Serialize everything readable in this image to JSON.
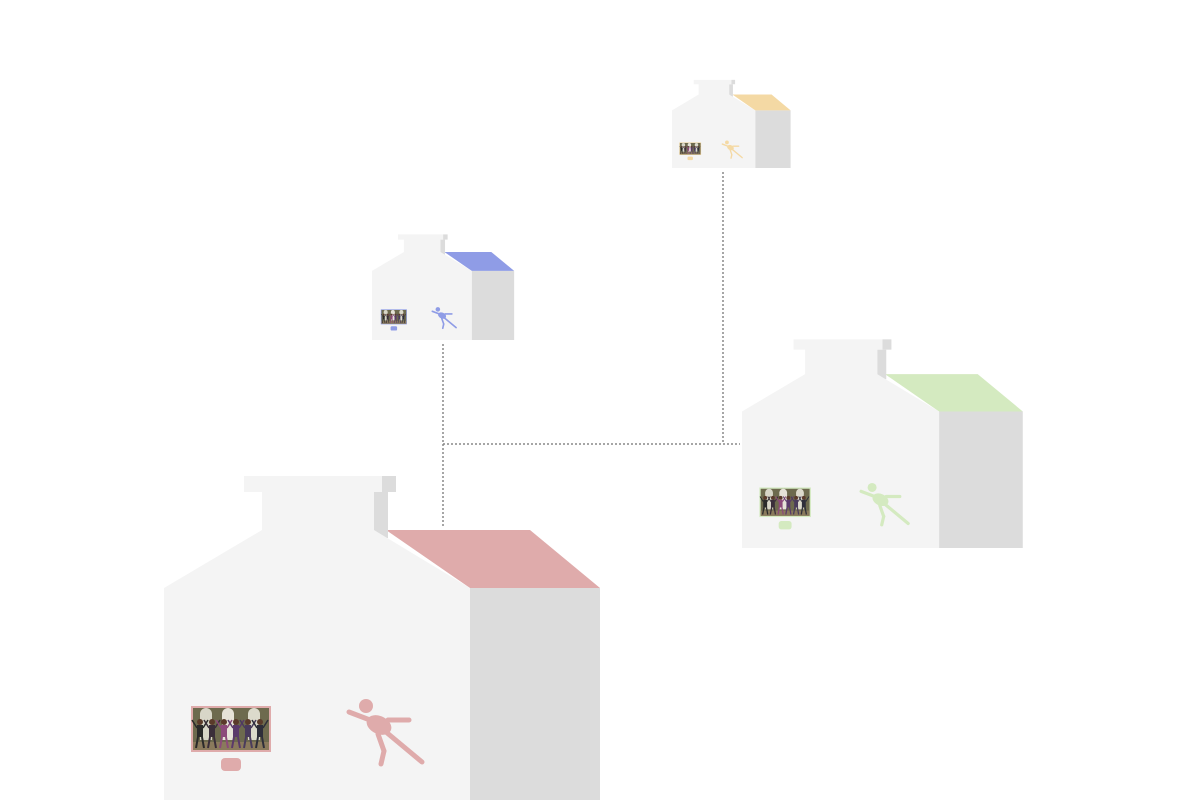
{
  "diagram": {
    "background": "#ffffff",
    "house_front_color": "#f4f4f4",
    "house_side_color": "#dcdcdc",
    "connector_color": "#888888",
    "houses": [
      {
        "id": "house-red",
        "accent": "#dfabab",
        "contents": [
          "dance-video-screen",
          "dancer-figure"
        ]
      },
      {
        "id": "house-blue",
        "accent": "#8f9ce6",
        "contents": [
          "dance-video-screen",
          "dancer-figure"
        ]
      },
      {
        "id": "house-yellow",
        "accent": "#f4d9a4",
        "contents": [
          "dance-video-screen",
          "dancer-figure"
        ]
      },
      {
        "id": "house-green",
        "accent": "#d4eac0",
        "contents": [
          "dance-video-screen",
          "dancer-figure"
        ]
      }
    ]
  }
}
